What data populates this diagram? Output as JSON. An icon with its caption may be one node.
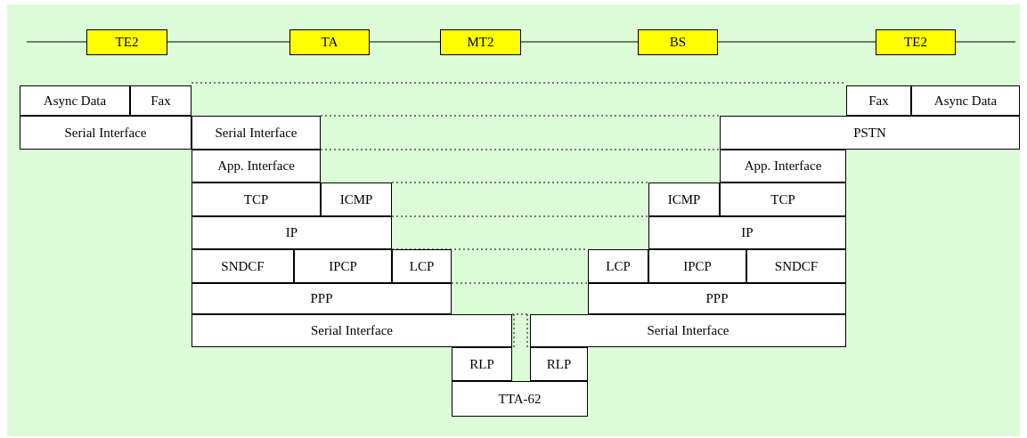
{
  "diagram": {
    "nodes": [
      {
        "text": [
          "TE2"
        ]
      },
      {
        "text": [
          "TA"
        ]
      },
      {
        "text": [
          "MT2"
        ]
      },
      {
        "text": [
          "BS"
        ]
      },
      {
        "text": [
          "TE2"
        ]
      },
      {
        "text": [
          "Async Data"
        ]
      },
      {
        "text": [
          "Fax"
        ]
      },
      {
        "text": [
          "Serial Interface"
        ]
      },
      {
        "text": [
          "Serial Interface"
        ]
      },
      {
        "text": [
          "App. Interface"
        ]
      },
      {
        "text": [
          "TCP"
        ]
      },
      {
        "text": [
          "ICMP"
        ]
      },
      {
        "text": [
          "IP"
        ]
      },
      {
        "text": [
          "SNDCF"
        ]
      },
      {
        "text": [
          "IPCP"
        ]
      },
      {
        "text": [
          "LCP"
        ]
      },
      {
        "text": [
          "PPP"
        ]
      },
      {
        "text": [
          "Serial Interface"
        ]
      },
      {
        "text": [
          "RLP"
        ]
      },
      {
        "text": [
          "RLP"
        ]
      },
      {
        "text": [
          "TTA-62"
        ]
      },
      {
        "text": [
          "Fax"
        ]
      },
      {
        "text": [
          "Async Data"
        ]
      },
      {
        "text": [
          "PSTN"
        ]
      },
      {
        "text": [
          "App. Interface"
        ]
      },
      {
        "text": [
          "ICMP"
        ]
      },
      {
        "text": [
          "TCP"
        ]
      },
      {
        "text": [
          "IP"
        ]
      },
      {
        "text": [
          "LCP"
        ]
      },
      {
        "text": [
          "IPCP"
        ]
      },
      {
        "text": [
          "SNDCF"
        ]
      },
      {
        "text": [
          "PPP"
        ]
      },
      {
        "text": [
          "Serial Interface"
        ]
      }
    ],
    "edges": [
      {
        "from": null,
        "to": 0,
        "arrow": "none"
      },
      {
        "from": 0,
        "to": 1,
        "arrow": "none"
      },
      {
        "from": 1,
        "to": 2,
        "arrow": "none"
      },
      {
        "from": 2,
        "to": 3,
        "arrow": "none"
      },
      {
        "from": 3,
        "to": 4,
        "arrow": "none"
      },
      {
        "from": 4,
        "to": null,
        "arrow": "none"
      }
    ]
  }
}
